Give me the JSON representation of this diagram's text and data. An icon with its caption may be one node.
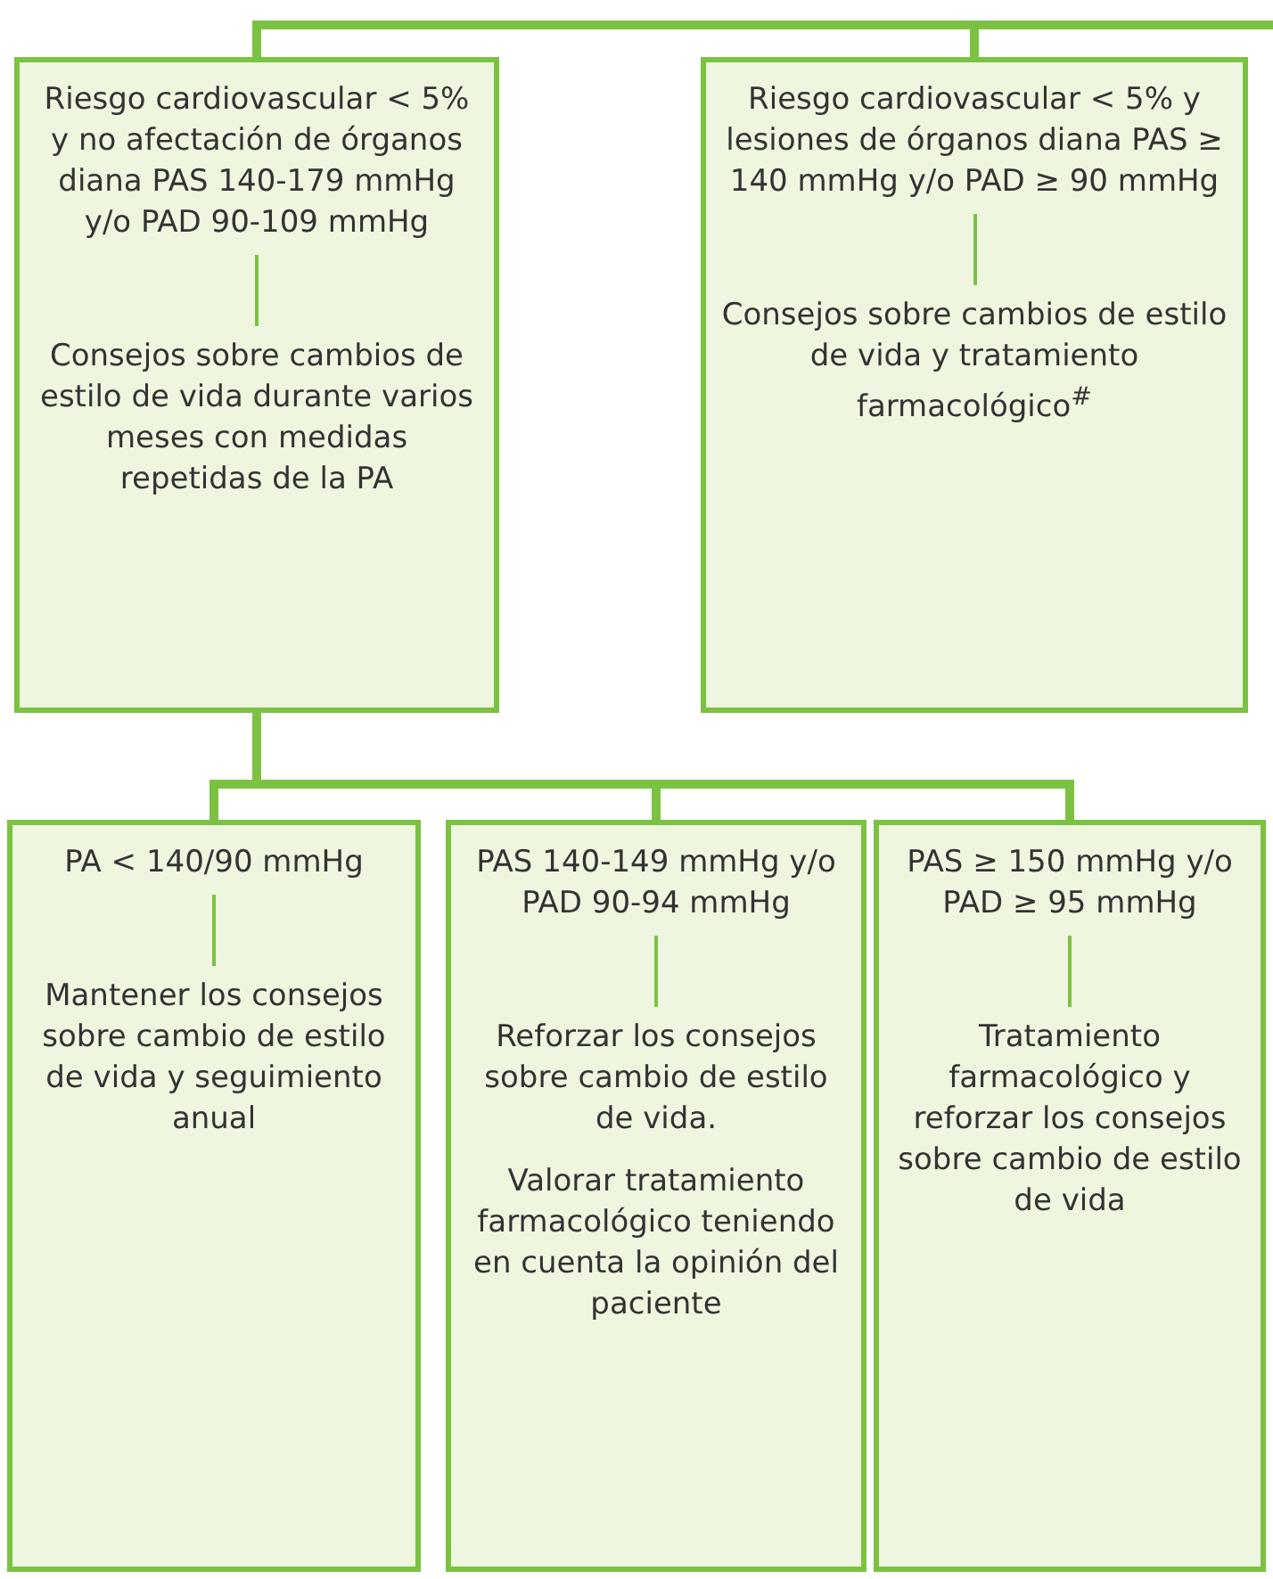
{
  "diagram": {
    "nodes": [
      {
        "text": [
          "Riesgo cardiovascular < 5% y no afectación de órganos diana PAS 140-179 mmHg y/o PAD 90-109 mmHg",
          "Consejos sobre cambios de estilo de vida durante varios meses con medidas repetidas de la PA"
        ]
      },
      {
        "text": [
          "Riesgo cardiovascular < 5% y lesiones de órganos diana PAS ≥ 140 mmHg y/o PAD ≥ 90 mmHg",
          "Consejos sobre cambios de estilo de vida y tratamiento farmacológico$^{#}$"
        ]
      },
      {
        "text": [
          "PA < 140/90 mmHg",
          "Mantener los consejos sobre cambio de estilo de vida y seguimiento anual"
        ]
      },
      {
        "text": [
          "PAS 140-149 mmHg y/o PAD 90-94 mmHg",
          "Reforzar los consejos sobre cambio de estilo de vida.",
          "Valorar tratamiento farmacológico teniendo en cuenta la opinión del paciente"
        ]
      },
      {
        "text": [
          "PAS ≥ 150 mmHg y/o PAD ≥ 95 mmHg",
          "Tratamiento farmacológico y reforzar los consejos sobre cambio de estilo de vida"
        ]
      }
    ],
    "edges": [
      {
        "from": null,
        "to": 0,
        "arrow": "none"
      },
      {
        "from": null,
        "to": 1,
        "arrow": "none"
      },
      {
        "from": 0,
        "to": 2,
        "arrow": "none"
      },
      {
        "from": 0,
        "to": 3,
        "arrow": "none"
      },
      {
        "from": 0,
        "to": 4,
        "arrow": "none"
      }
    ]
  }
}
